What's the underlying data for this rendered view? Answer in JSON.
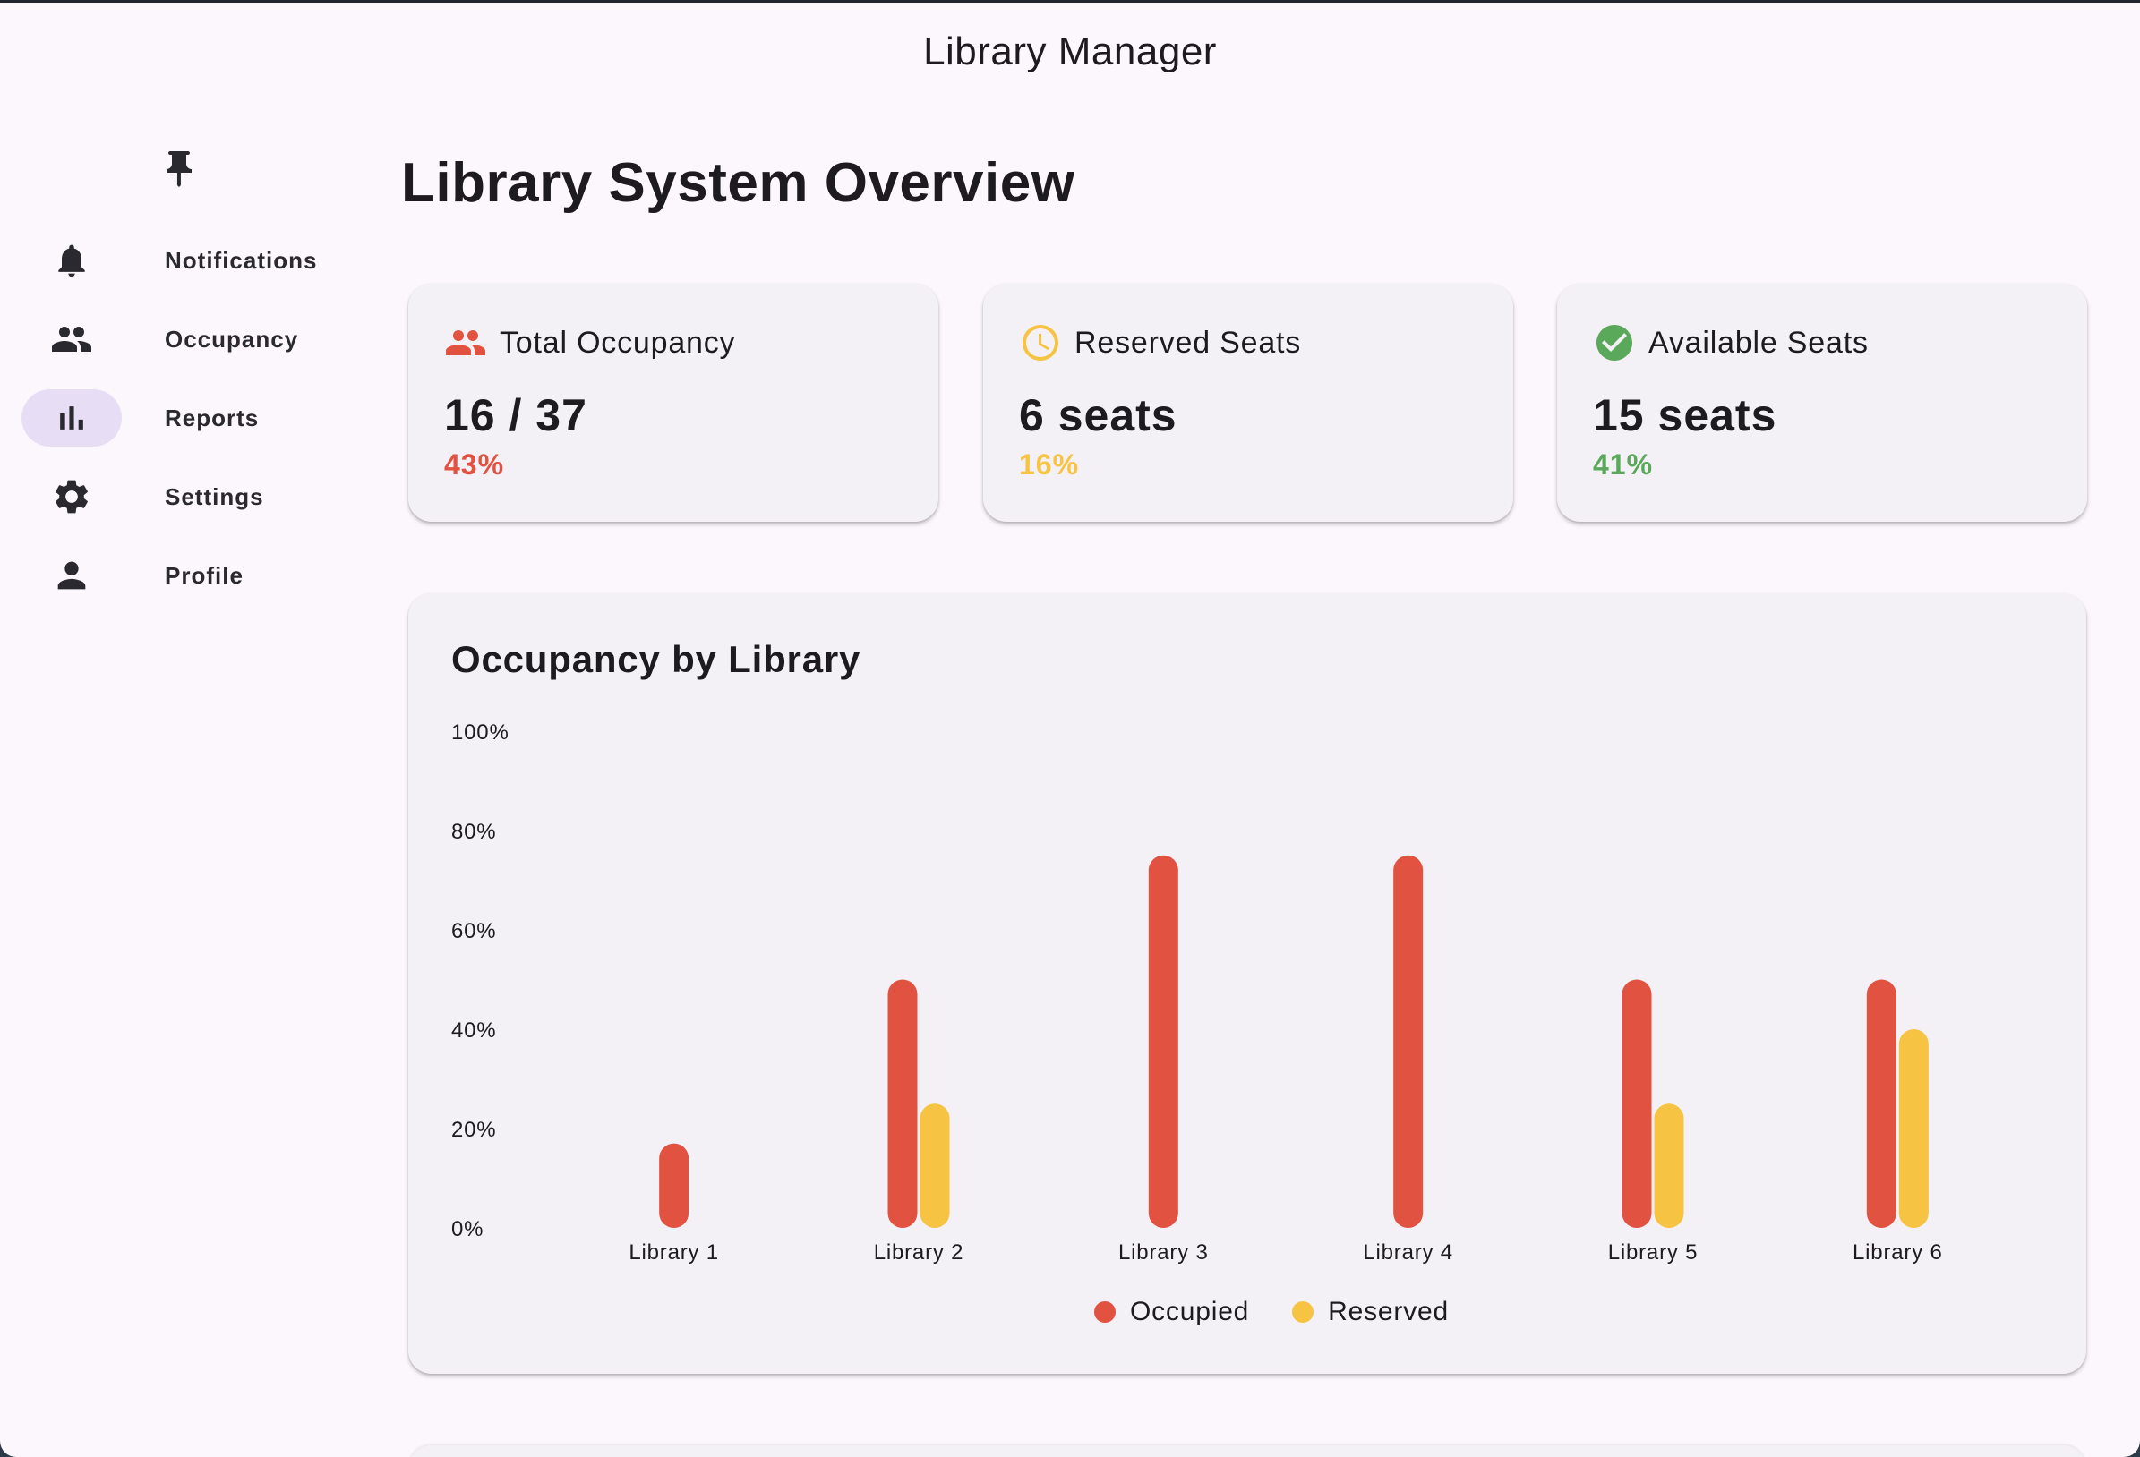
{
  "app": {
    "title": "Library Manager"
  },
  "sidebar": {
    "pin_icon": "push-pin-icon",
    "items": [
      {
        "label": "Notifications",
        "icon": "bell-icon",
        "active": false
      },
      {
        "label": "Occupancy",
        "icon": "people-icon",
        "active": false
      },
      {
        "label": "Reports",
        "icon": "bar-chart-icon",
        "active": true
      },
      {
        "label": "Settings",
        "icon": "gear-icon",
        "active": false
      },
      {
        "label": "Profile",
        "icon": "person-icon",
        "active": false
      }
    ]
  },
  "page": {
    "title": "Library System Overview"
  },
  "stats": [
    {
      "title": "Total Occupancy",
      "value": "16 / 37",
      "percent": "43%",
      "icon": "people-icon",
      "color": "#e25241"
    },
    {
      "title": "Reserved Seats",
      "value": "6 seats",
      "percent": "16%",
      "icon": "clock-icon",
      "color": "#f6c342"
    },
    {
      "title": "Available Seats",
      "value": "15 seats",
      "percent": "41%",
      "icon": "check-circle-icon",
      "color": "#5aa85a"
    }
  ],
  "chart": {
    "title": "Occupancy by Library"
  },
  "chart_data": {
    "type": "bar",
    "title": "Occupancy by Library",
    "categories": [
      "Library 1",
      "Library 2",
      "Library 3",
      "Library 4",
      "Library 5",
      "Library 6"
    ],
    "series": [
      {
        "name": "Occupied",
        "color": "#e25241",
        "values": [
          17,
          50,
          75,
          75,
          50,
          50
        ]
      },
      {
        "name": "Reserved",
        "color": "#f6c342",
        "values": [
          0,
          25,
          0,
          0,
          25,
          40
        ]
      }
    ],
    "y_ticks": [
      "0%",
      "20%",
      "40%",
      "60%",
      "80%",
      "100%"
    ],
    "ylim": [
      0,
      100
    ],
    "grid": false,
    "legend_position": "bottom-center"
  }
}
